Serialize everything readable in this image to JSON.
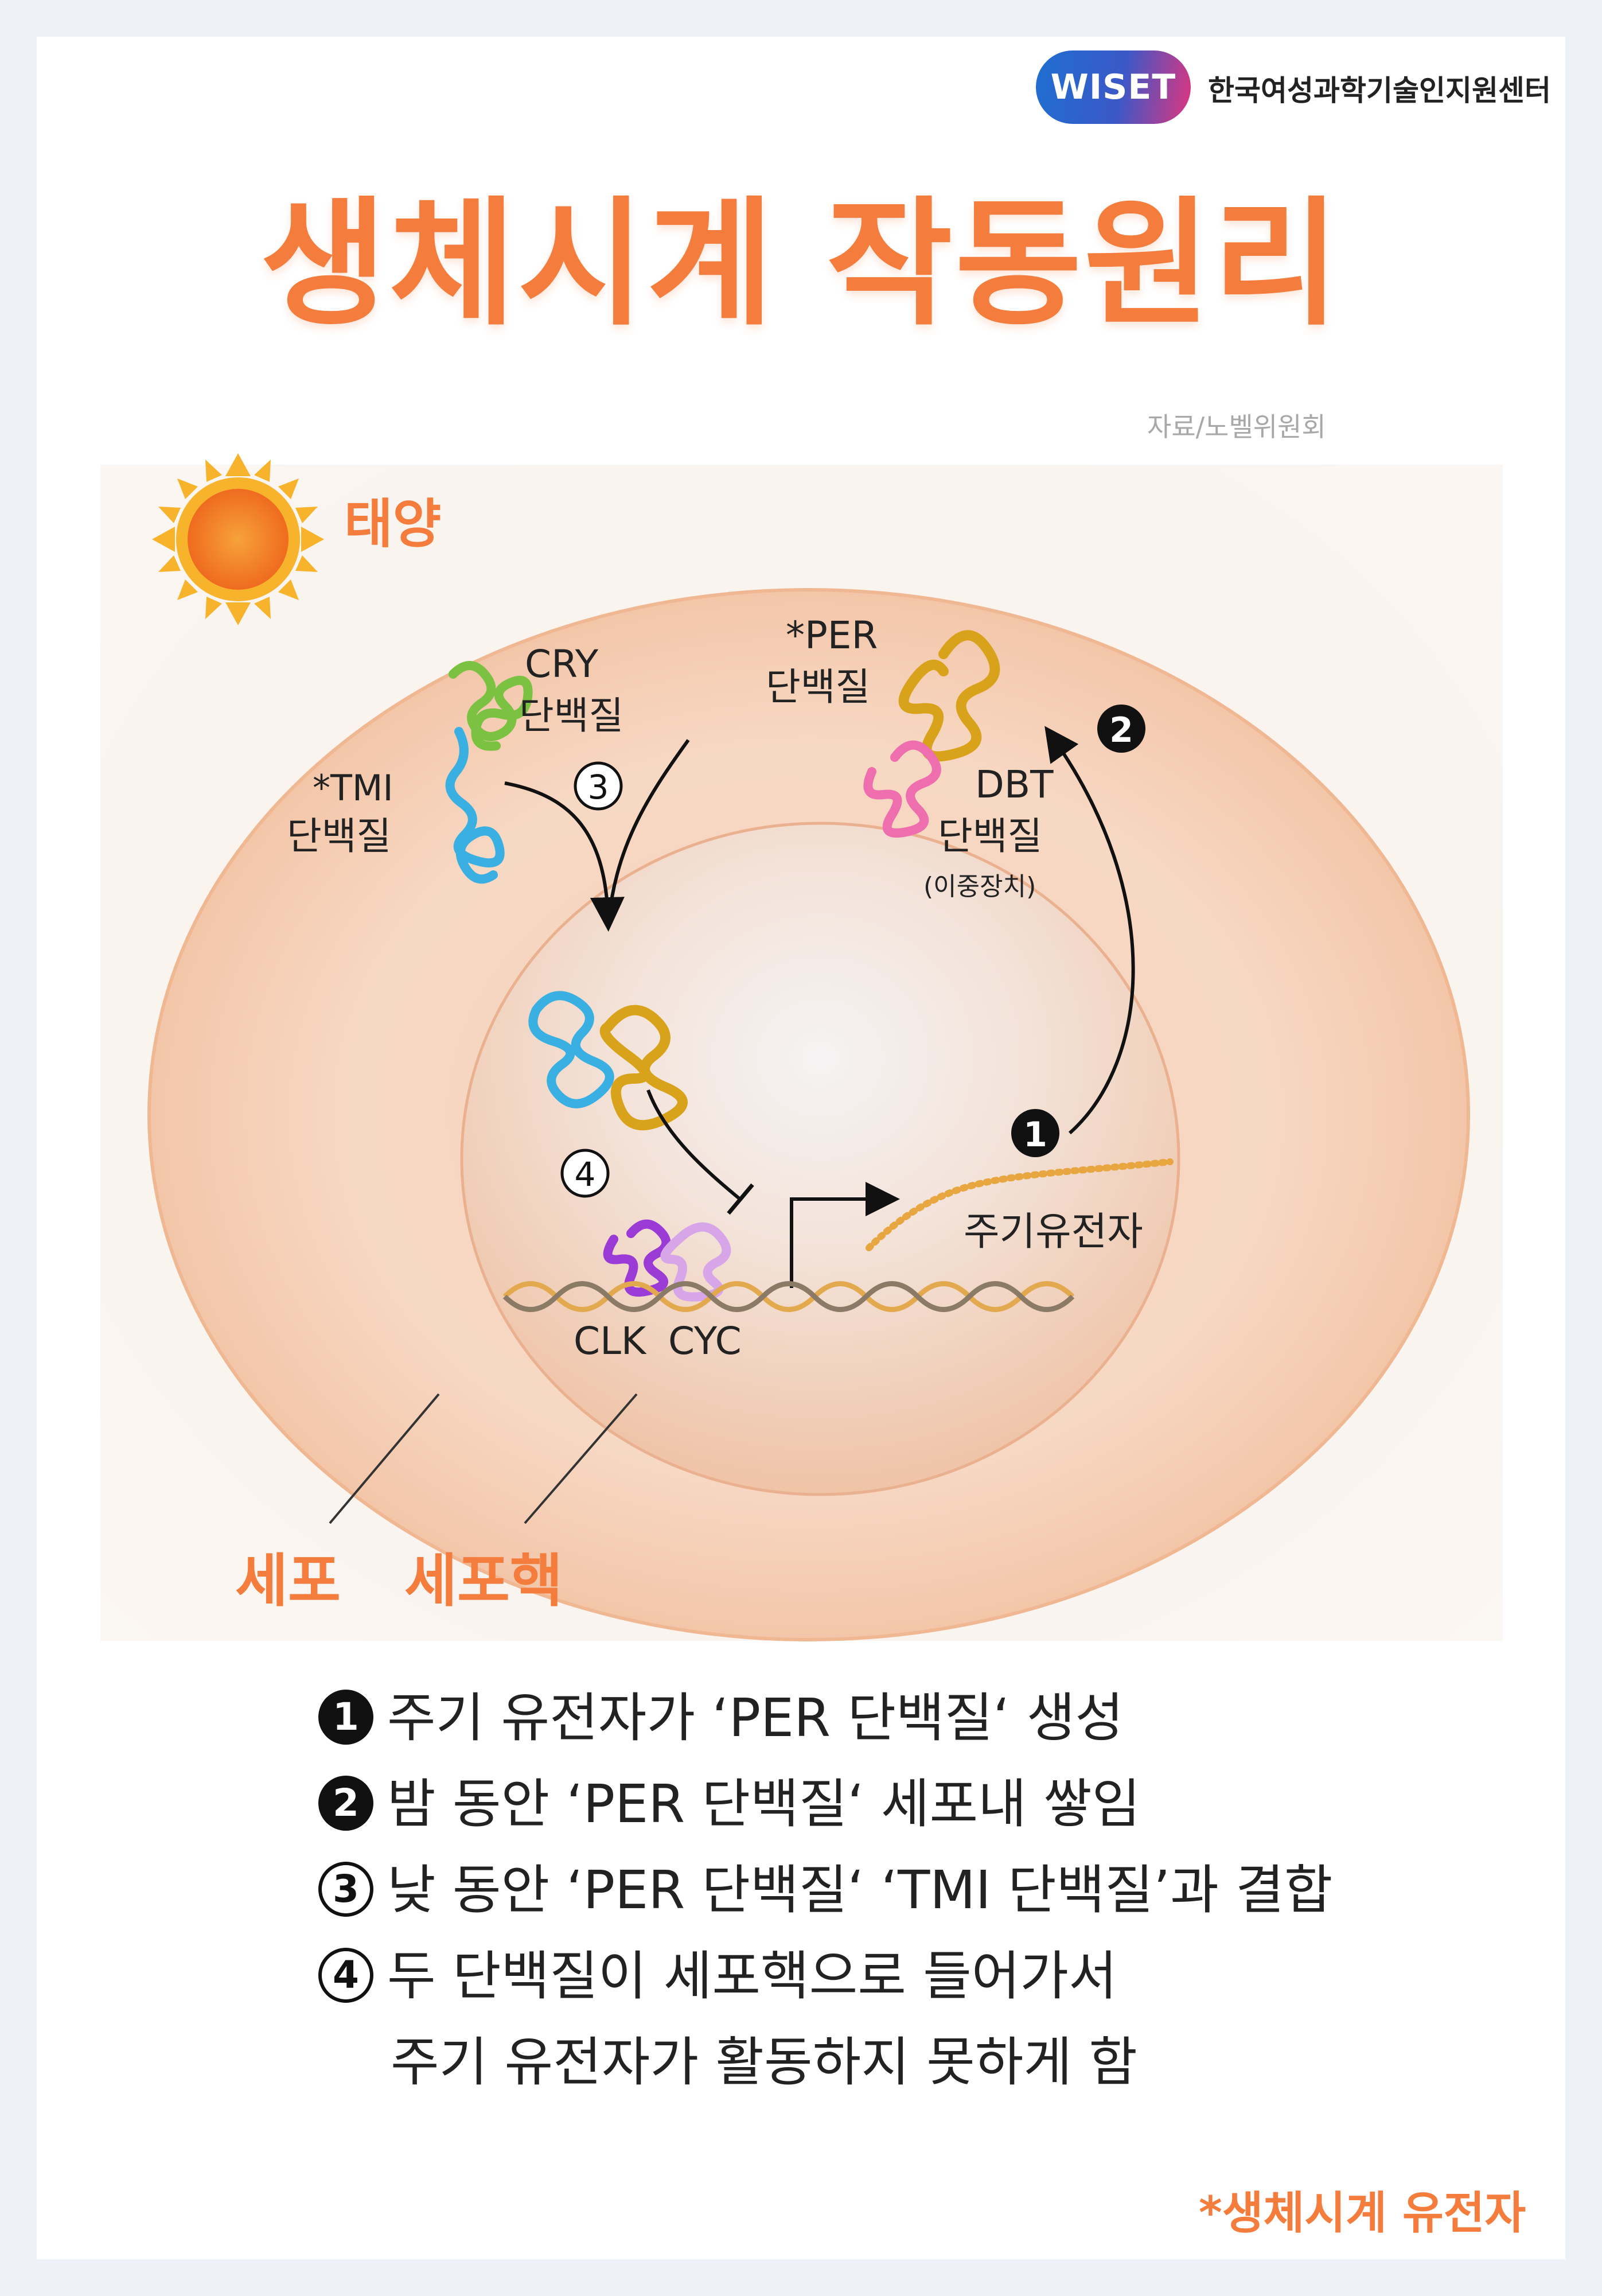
{
  "header": {
    "logo_badge": "WISET",
    "logo_org": "한국여성과학기술인지원센터",
    "title": "생체시계 작동원리",
    "source": "자료/노벨위원회"
  },
  "diagram": {
    "sun_label": "태양",
    "cry_label_1": "CRY",
    "cry_label_2": "단백질",
    "tmi_label_1": "*TMI",
    "tmi_label_2": "단백질",
    "per_label_1": "*PER",
    "per_label_2": "단백질",
    "dbt_label_1": "DBT",
    "dbt_label_2": "단백질",
    "dbt_label_3": "(이중장치)",
    "step1_mark": "1",
    "step2_mark": "2",
    "step3_mark": "3",
    "step4_mark": "4",
    "gene_label": "주기유전자",
    "clk_label": "CLK",
    "cyc_label": "CYC",
    "cell_label": "세포",
    "nucleus_label": "세포핵"
  },
  "legend": {
    "items": [
      {
        "mark": "1",
        "text": "주기 유전자가 ‘PER 단백질‘ 생성"
      },
      {
        "mark": "2",
        "text": "밤 동안 ‘PER 단백질‘ 세포내 쌓임"
      },
      {
        "mark": "3",
        "text": "낮 동안 ‘PER 단백질‘ ‘TMI 단백질’과 결합"
      },
      {
        "mark": "4",
        "text": "두 단백질이 세포핵으로 들어가서"
      }
    ],
    "item4_cont": "주기 유전자가 활동하지 못하게 함"
  },
  "footnote": "*생체시계 유전자",
  "colors": {
    "accent": "#f47c3c",
    "cell_fill": "#f8dcc8",
    "nucleus_fill": "#f3d3be",
    "cry_protein": "#7cc242",
    "tmi_protein": "#3ab0e2",
    "per_protein": "#d9a21b",
    "dbt_protein": "#ef6fae",
    "clk_protein": "#9b3bd6",
    "cyc_protein": "#d7a6e8"
  }
}
